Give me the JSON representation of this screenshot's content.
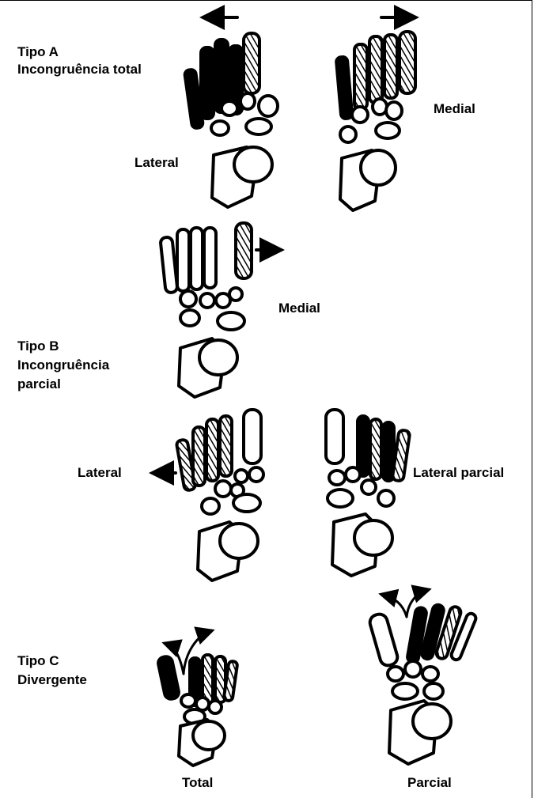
{
  "type_a": {
    "title": "Tipo A",
    "subtitle": "Incongruência total",
    "left_label": "Lateral",
    "right_label": "Medial"
  },
  "type_b": {
    "title": "Tipo B",
    "subtitle_line1": "Incongruência",
    "subtitle_line2": "parcial",
    "medial_label": "Medial",
    "lateral_label": "Lateral",
    "lateral_partial_label": "Lateral parcial"
  },
  "type_c": {
    "title": "Tipo C",
    "subtitle": "Divergente",
    "total_label": "Total",
    "partial_label": "Parcial"
  },
  "colors": {
    "ink": "#000000",
    "background": "#ffffff"
  }
}
